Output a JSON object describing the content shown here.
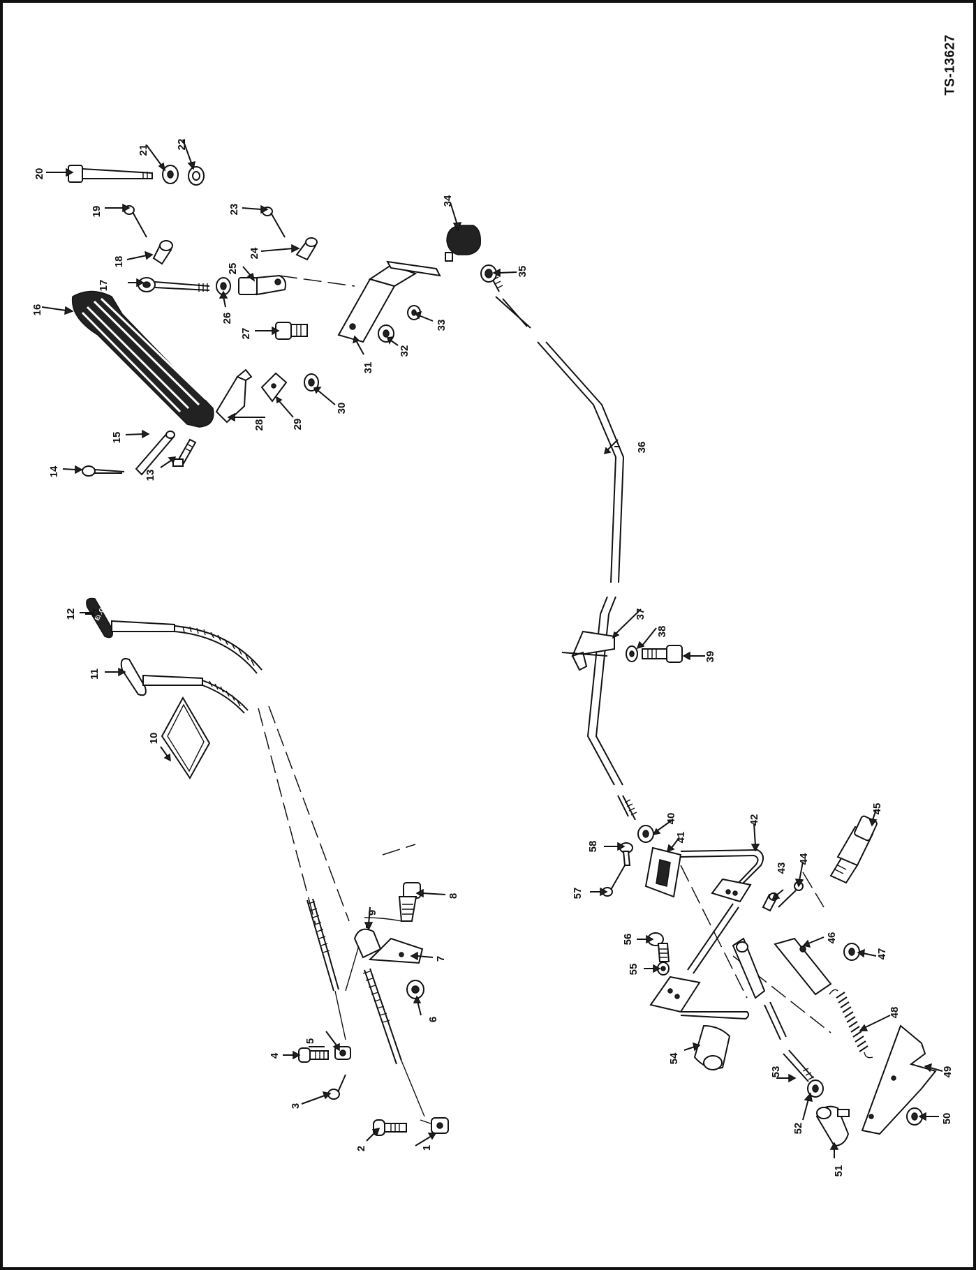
{
  "figure_code": "TS-13627",
  "stamp_text": "ENG STOP",
  "callouts": [
    "1",
    "2",
    "3",
    "4",
    "5",
    "6",
    "7",
    "8",
    "9",
    "10",
    "11",
    "12",
    "13",
    "14",
    "15",
    "16",
    "17",
    "18",
    "19",
    "20",
    "21",
    "22",
    "23",
    "24",
    "25",
    "26",
    "27",
    "28",
    "29",
    "30",
    "31",
    "32",
    "33",
    "34",
    "35",
    "36",
    "37",
    "38",
    "39",
    "40",
    "41",
    "42",
    "43",
    "44",
    "45",
    "46",
    "47",
    "48",
    "49",
    "50",
    "51",
    "52",
    "53",
    "54",
    "55",
    "56",
    "57",
    "58"
  ]
}
